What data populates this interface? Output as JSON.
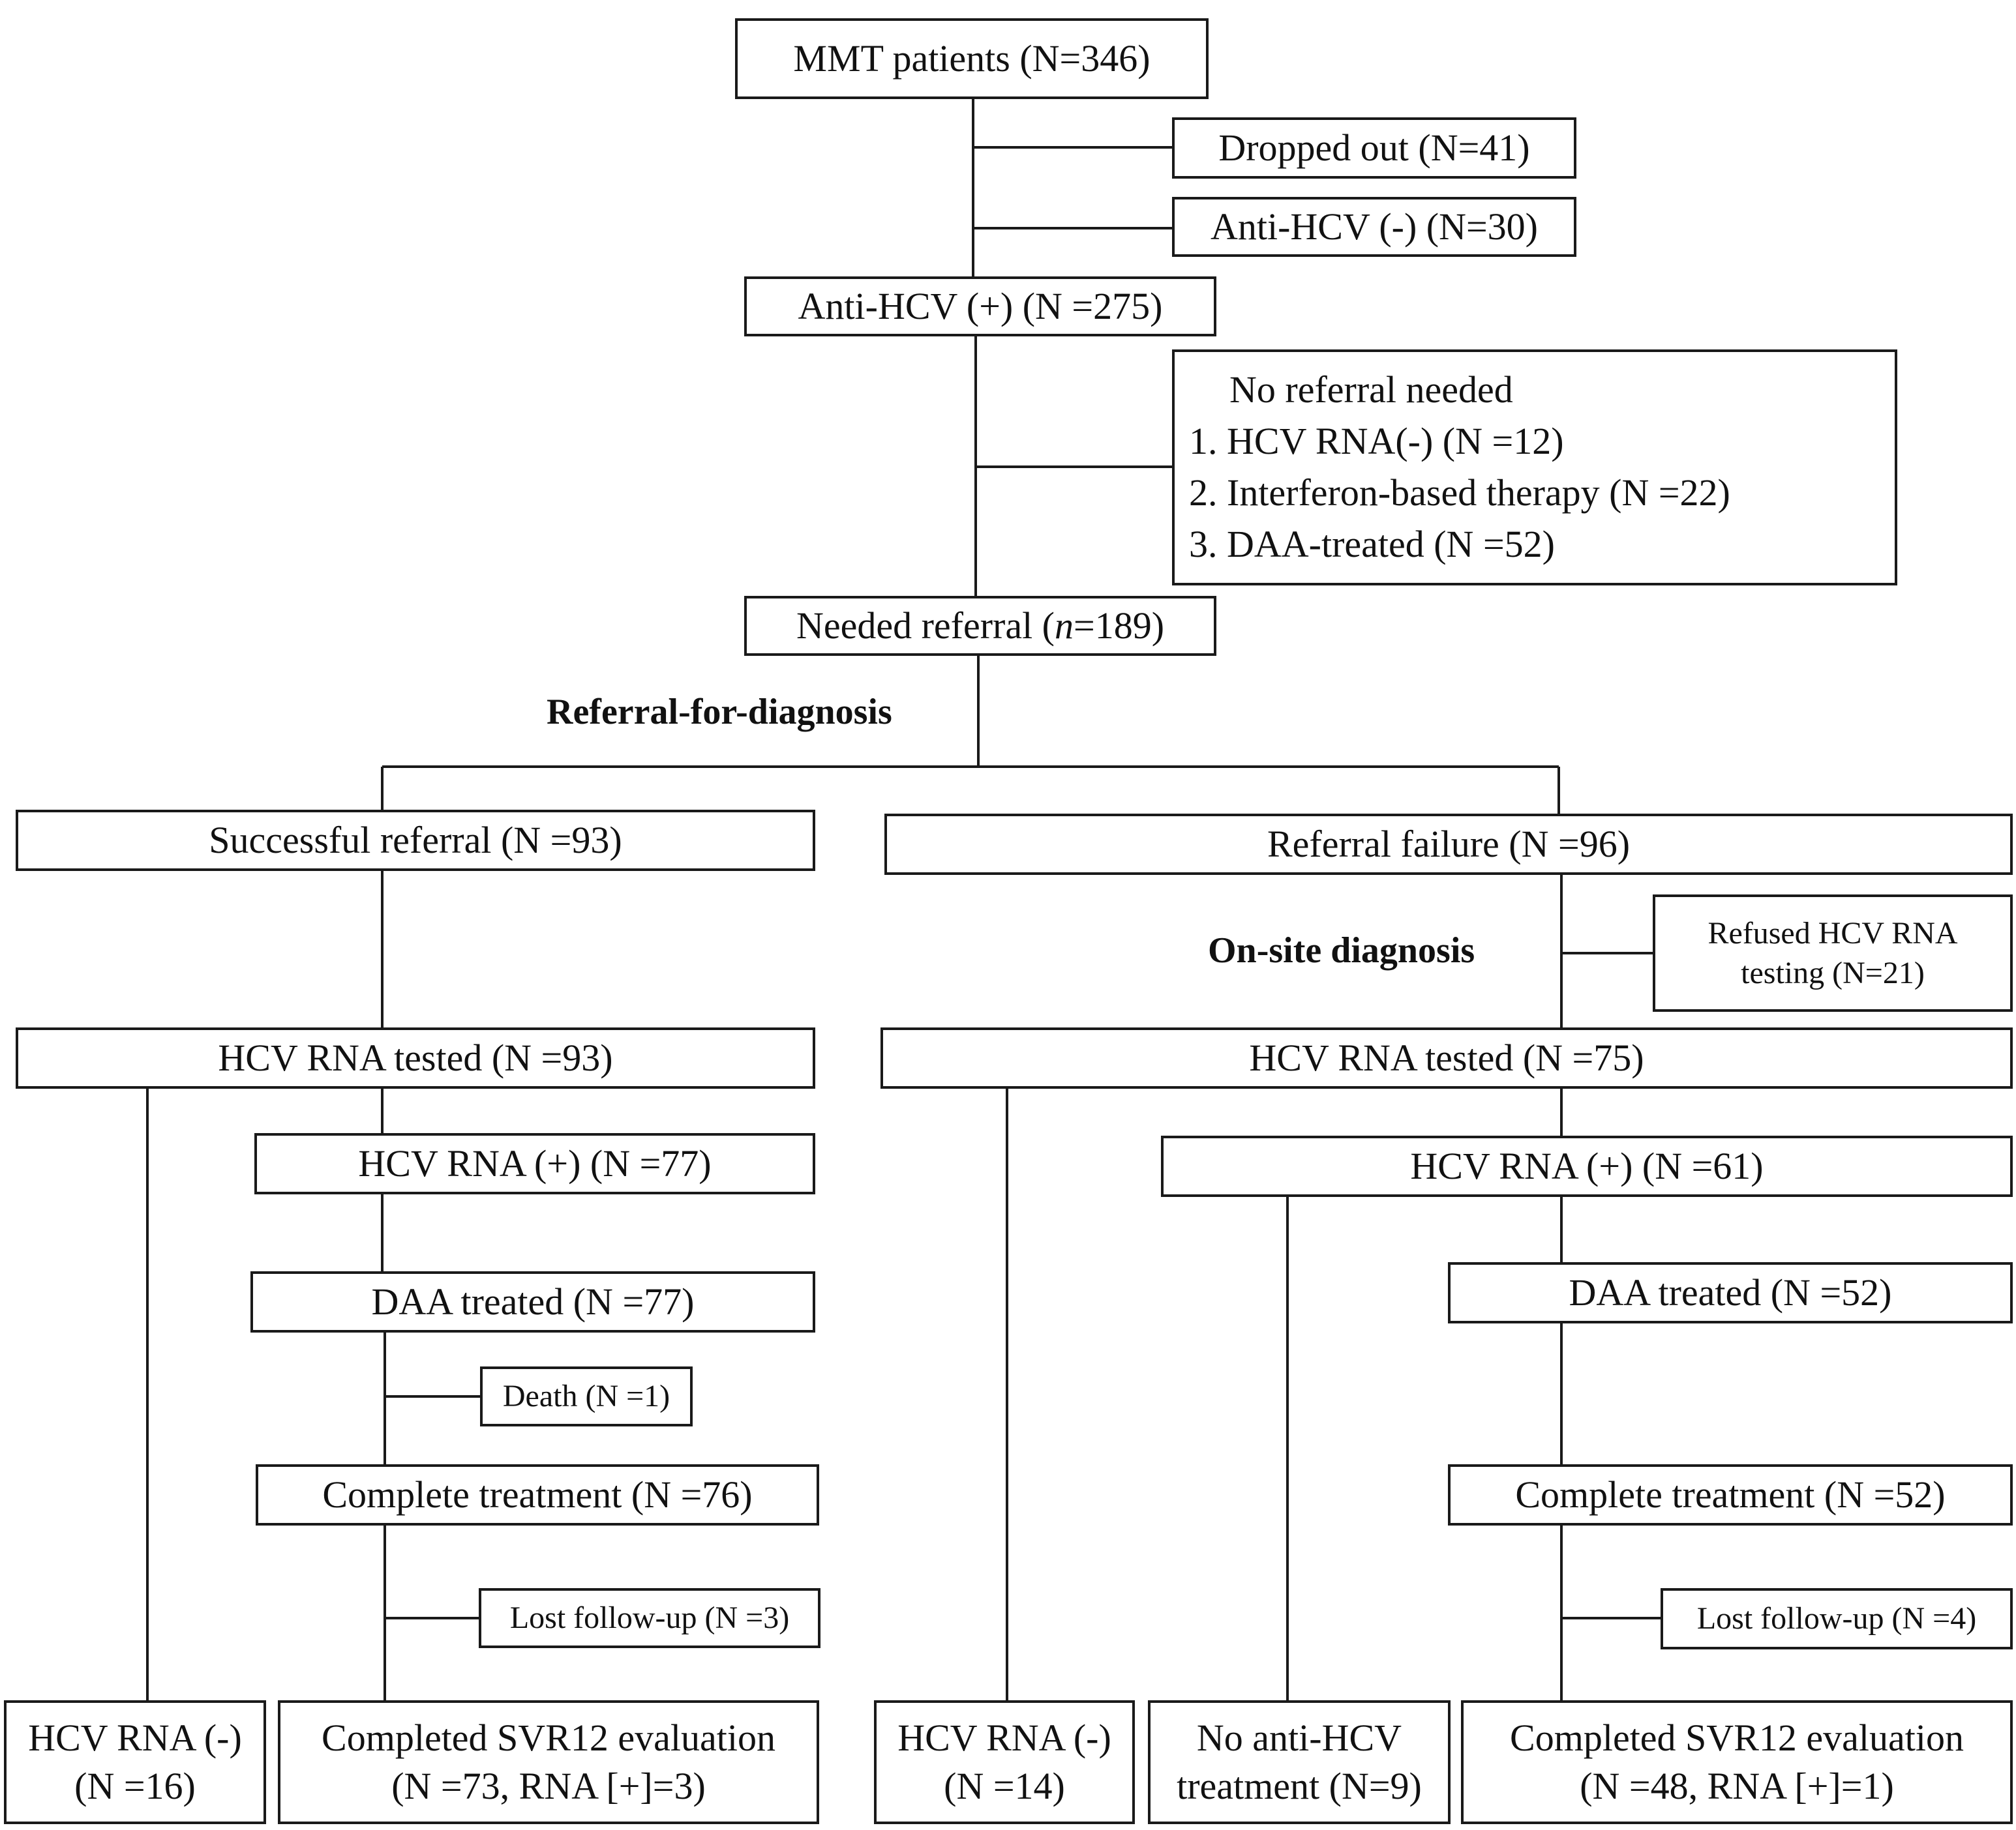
{
  "colors": {
    "line": "#1a1a1a",
    "text": "#111111",
    "background": "#ffffff"
  },
  "top": {
    "mmt": "MMT patients (N=346)",
    "dropped": "Dropped out (N=41)",
    "anti_neg": "Anti-HCV (-) (N=30)",
    "anti_pos": "Anti-HCV (+) (N =275)",
    "no_referral": {
      "title": "No referral needed",
      "items": [
        "1. HCV RNA(-) (N =12)",
        "2. Interferon-based therapy (N =22)",
        "3. DAA-treated (N =52)"
      ]
    },
    "needed_referral": {
      "prefix": "Needed referral (",
      "n": "n",
      "suffix": "=189)"
    }
  },
  "labels": {
    "referral_for_diagnosis": "Referral-for-diagnosis",
    "on_site_diagnosis": "On-site diagnosis"
  },
  "left": {
    "successful": "Successful referral (N =93)",
    "rna_tested": "HCV RNA tested (N =93)",
    "rna_pos": "HCV RNA (+) (N =77)",
    "daa": "DAA treated (N =77)",
    "death": "Death (N =1)",
    "complete": "Complete treatment (N =76)",
    "lost": "Lost follow-up (N =3)",
    "rna_neg": [
      "HCV RNA (-)",
      "(N =16)"
    ],
    "svr": [
      "Completed SVR12 evaluation",
      "(N =73, RNA [+]=3)"
    ]
  },
  "right": {
    "failure": "Referral failure (N =96)",
    "refused": [
      "Refused HCV RNA",
      "testing (N=21)"
    ],
    "rna_tested": "HCV RNA tested (N =75)",
    "rna_pos": "HCV RNA (+) (N =61)",
    "daa": "DAA treated (N =52)",
    "complete": "Complete treatment (N =52)",
    "lost": "Lost follow-up (N =4)",
    "rna_neg": [
      "HCV RNA (-)",
      "(N =14)"
    ],
    "no_treatment": [
      "No anti-HCV",
      "treatment (N=9)"
    ],
    "svr": [
      "Completed SVR12 evaluation",
      "(N =48, RNA [+]=1)"
    ]
  }
}
